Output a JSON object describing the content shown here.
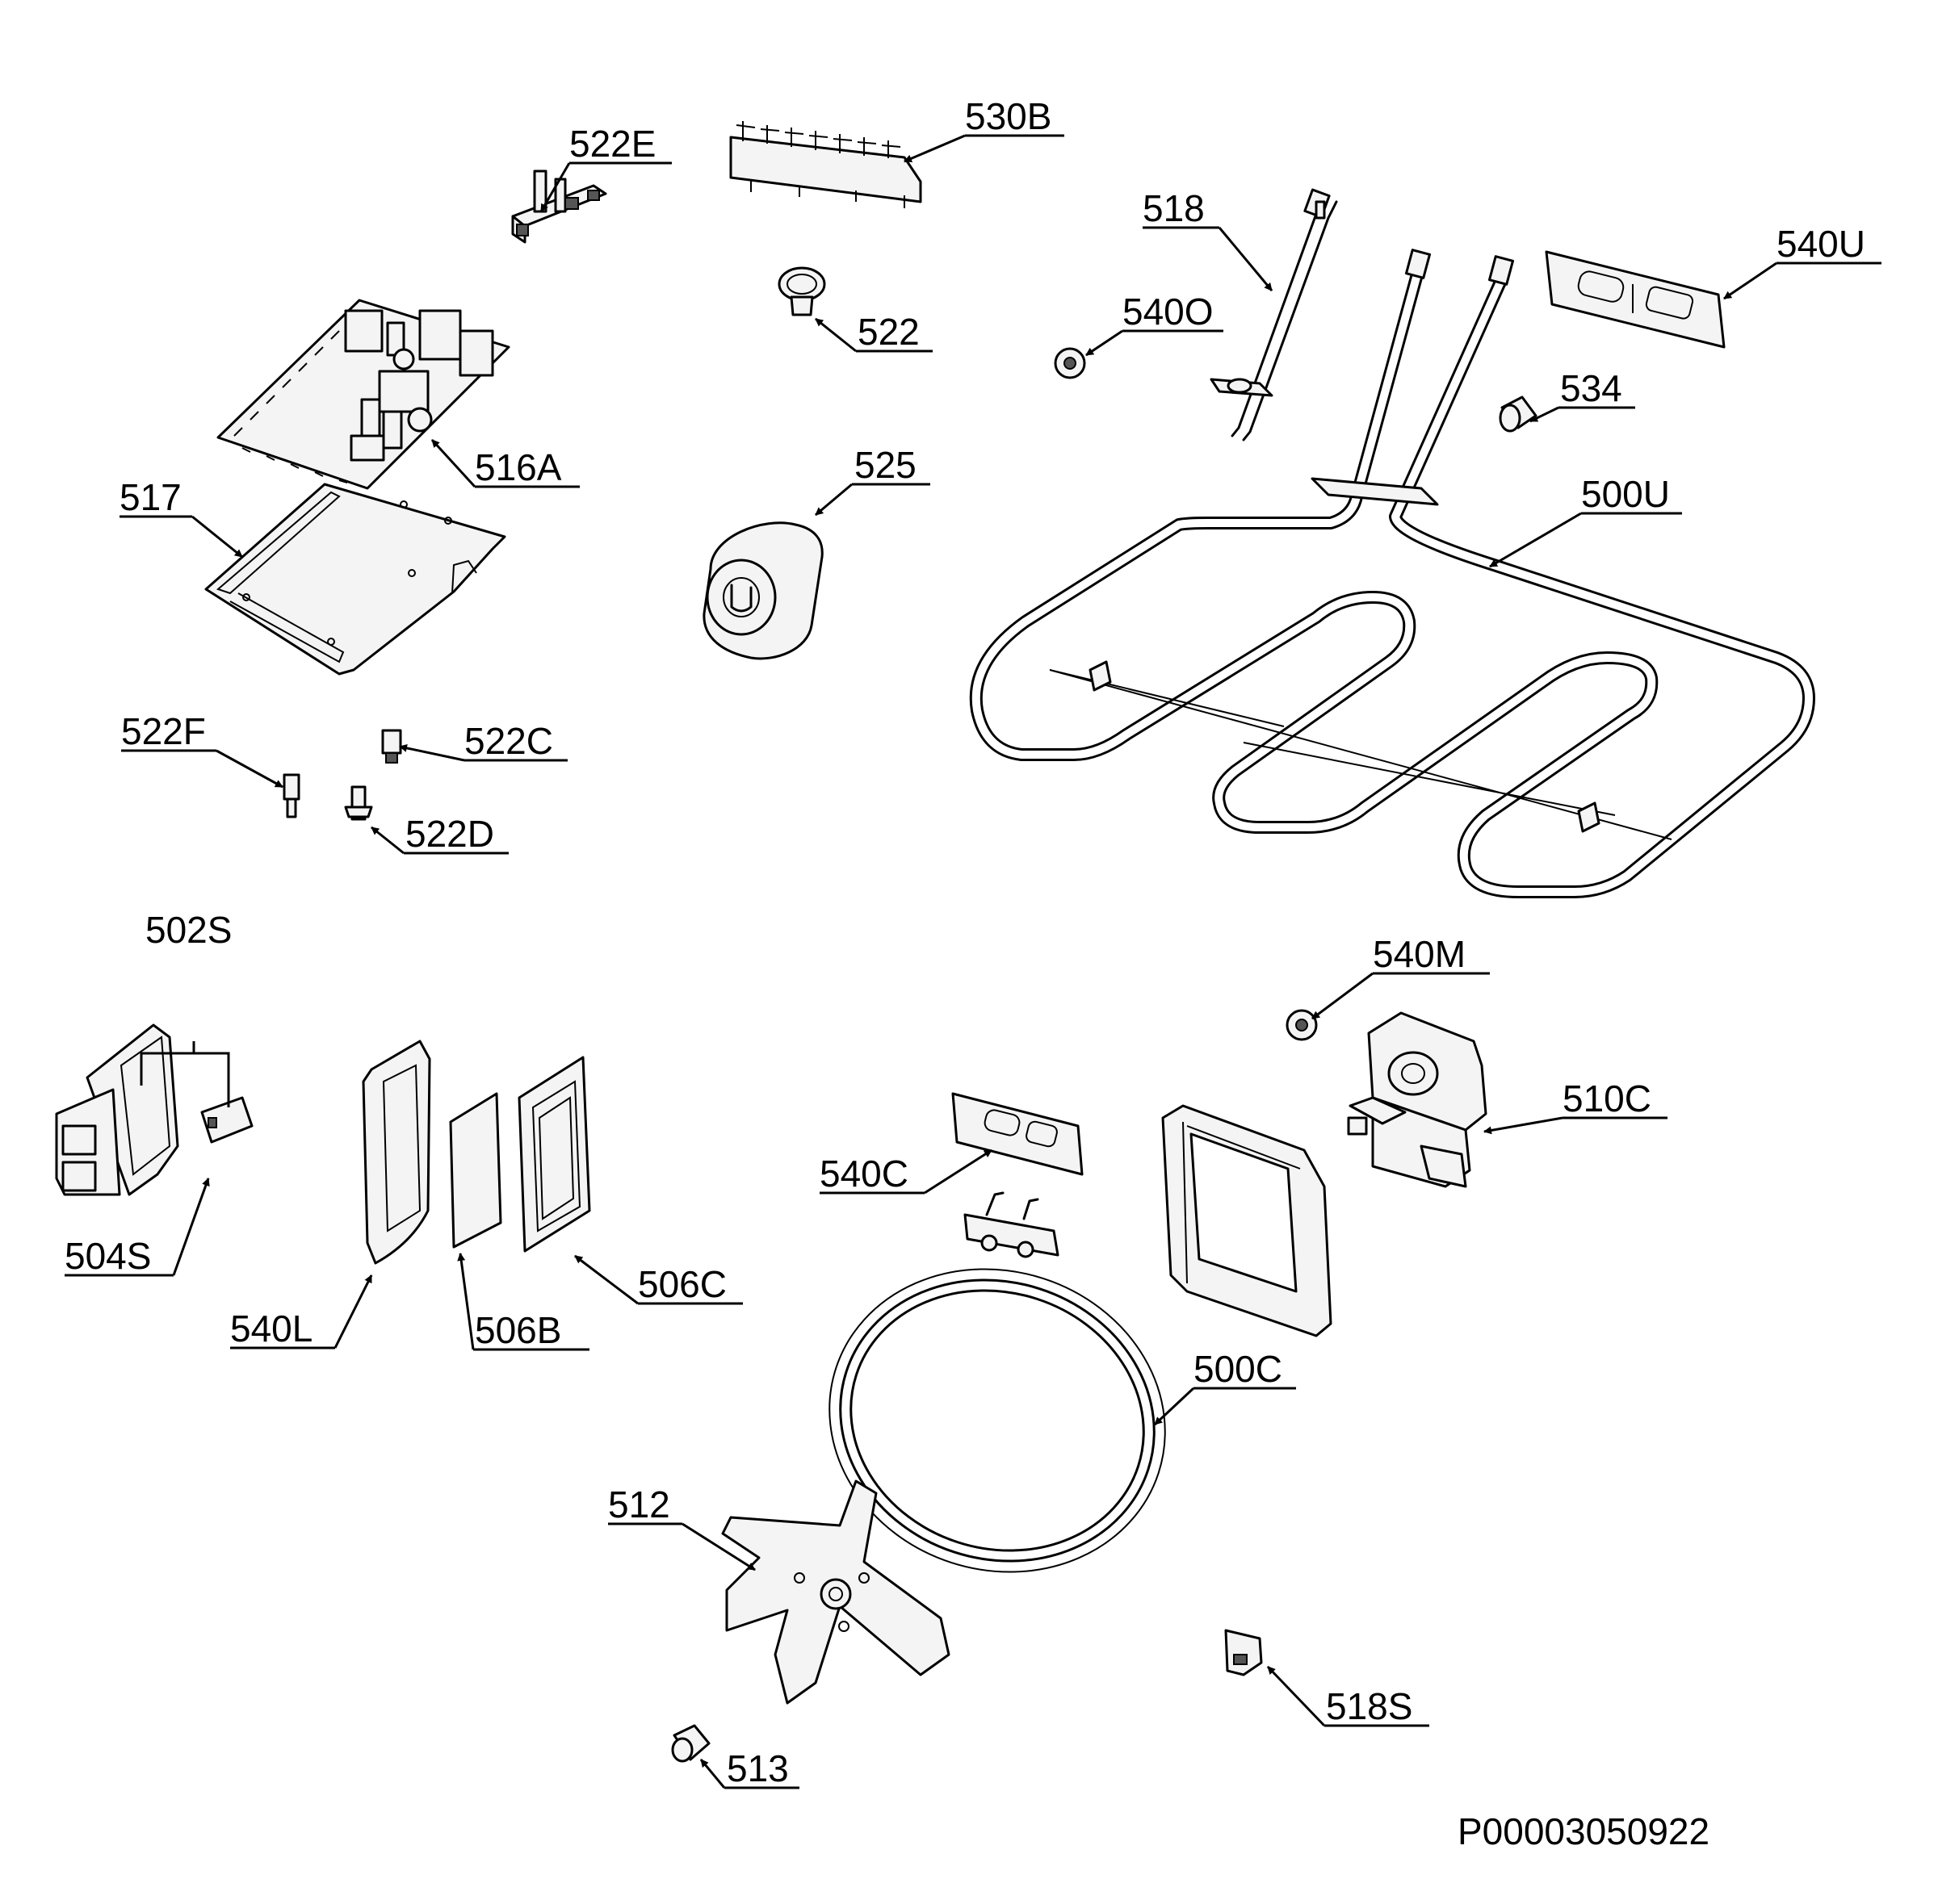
{
  "labels": {
    "l522E": "522E",
    "l530B": "530B",
    "l518": "518",
    "l540U": "540U",
    "l540O": "540O",
    "l522": "522",
    "l516A": "516A",
    "l534": "534",
    "l517": "517",
    "l525": "525",
    "l500U": "500U",
    "l522F": "522F",
    "l522C": "522C",
    "l522D": "522D",
    "l502S": "502S",
    "l540M": "540M",
    "l510C": "510C",
    "l540C": "540C",
    "l504S": "504S",
    "l506C": "506C",
    "l540L": "540L",
    "l506B": "506B",
    "l500C": "500C",
    "l512": "512",
    "l518S": "518S",
    "l513": "513"
  },
  "drawing_code": "P00003050922"
}
